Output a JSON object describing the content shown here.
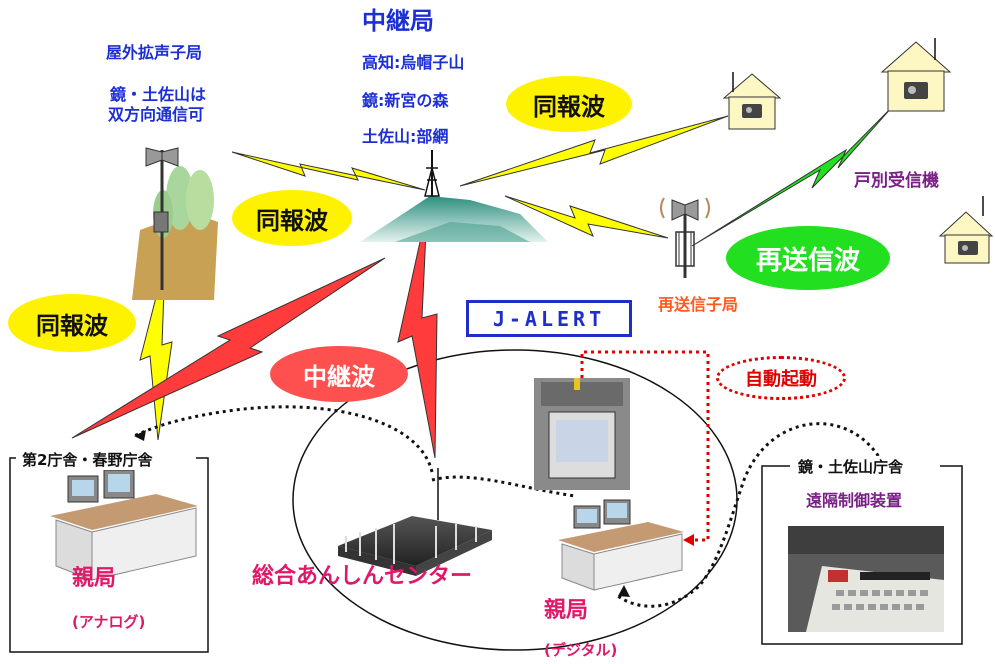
{
  "relay_station": {
    "title": "中継局",
    "sites": [
      "高知:烏帽子山",
      "鏡:新宮の森",
      "土佐山:部網"
    ]
  },
  "outdoor_station": {
    "title": "屋外拡声子局",
    "note_line1": "鏡・土佐山は",
    "note_line2": "双方向通信可"
  },
  "waves": {
    "broadcast_top": "同報波",
    "broadcast_mid": "同報波",
    "broadcast_left": "同報波",
    "retransmit": "再送信波",
    "relay": "中継波"
  },
  "household_receiver": "戸別受信機",
  "retransmit_station": "再送信子局",
  "j_alert": "J-ALERT",
  "auto_start": "自動起動",
  "left_box": {
    "title": "第2庁舎・春野庁舎",
    "station": "親局",
    "type": "(アナログ)"
  },
  "center": {
    "name": "総合あんしんセンター",
    "station": "親局",
    "type": "(デジタル)"
  },
  "right_box": {
    "title": "鏡・土佐山庁舎",
    "device": "遠隔制御装置"
  },
  "colors": {
    "broadcast_wave": "#ffff00",
    "retransmit_wave": "#22e01f",
    "relay_wave": "#ff3b3b",
    "text_blue": "#1c2fd6",
    "text_purple": "#7a1f86",
    "text_pink": "#e0186a"
  },
  "icons": [
    "loudspeaker-pole-icon",
    "mountain-tower-icon",
    "house-receiver-icon",
    "antenna-speaker-icon",
    "console-desk-icon",
    "building-icon",
    "control-panel-icon"
  ]
}
